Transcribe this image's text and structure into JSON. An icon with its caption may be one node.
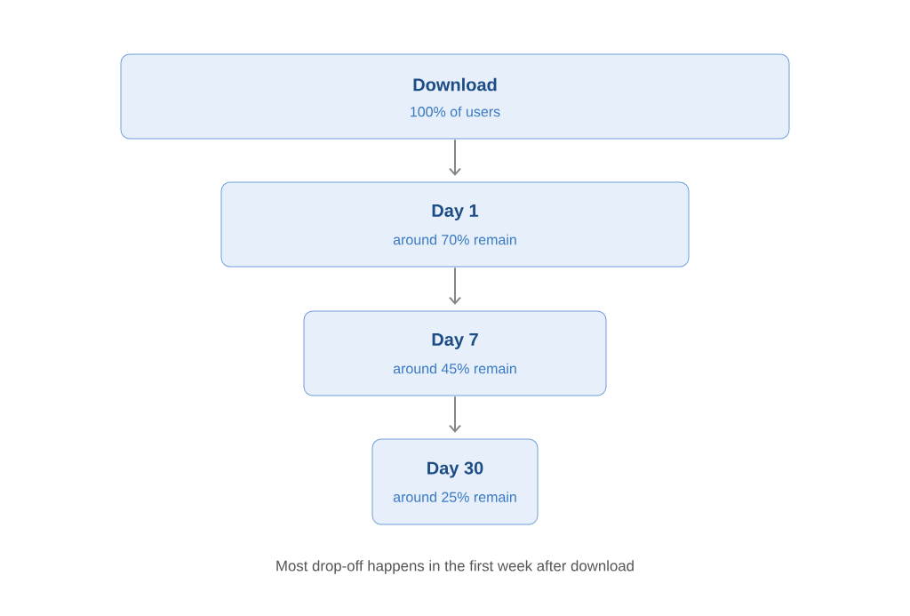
{
  "diagram": {
    "caption": "Most drop-off happens in the first week after download",
    "nodes": [
      {
        "text": [
          "Download",
          "100% of users"
        ]
      },
      {
        "text": [
          "Day 1",
          "around 70% remain"
        ]
      },
      {
        "text": [
          "Day 7",
          "around 45% remain"
        ]
      },
      {
        "text": [
          "Day 30",
          "around 25% remain"
        ]
      }
    ],
    "edges": [
      {
        "from": 0,
        "to": 1,
        "arrow": "to"
      },
      {
        "from": 1,
        "to": 2,
        "arrow": "to"
      },
      {
        "from": 2,
        "to": 3,
        "arrow": "to"
      }
    ]
  }
}
